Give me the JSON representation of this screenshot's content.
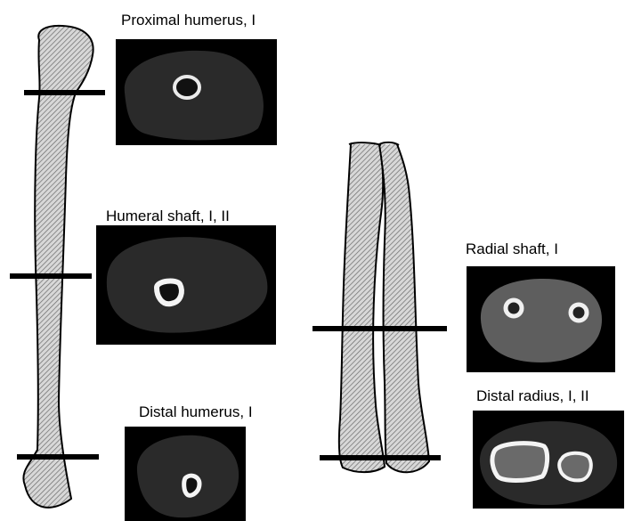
{
  "labels": {
    "proximal_humerus": "Proximal humerus, I",
    "humeral_shaft": "Humeral shaft, I, II",
    "distal_humerus": "Distal humerus, I",
    "radial_shaft": "Radial shaft, I",
    "distal_radius": "Distal radius, I, II"
  },
  "colors": {
    "bone_hatch": "#b8b8b8",
    "outline": "#000000",
    "scan_background": "#000000",
    "soft_tissue": "#2a2a2a",
    "cortical_bone": "#f4f4f4"
  }
}
